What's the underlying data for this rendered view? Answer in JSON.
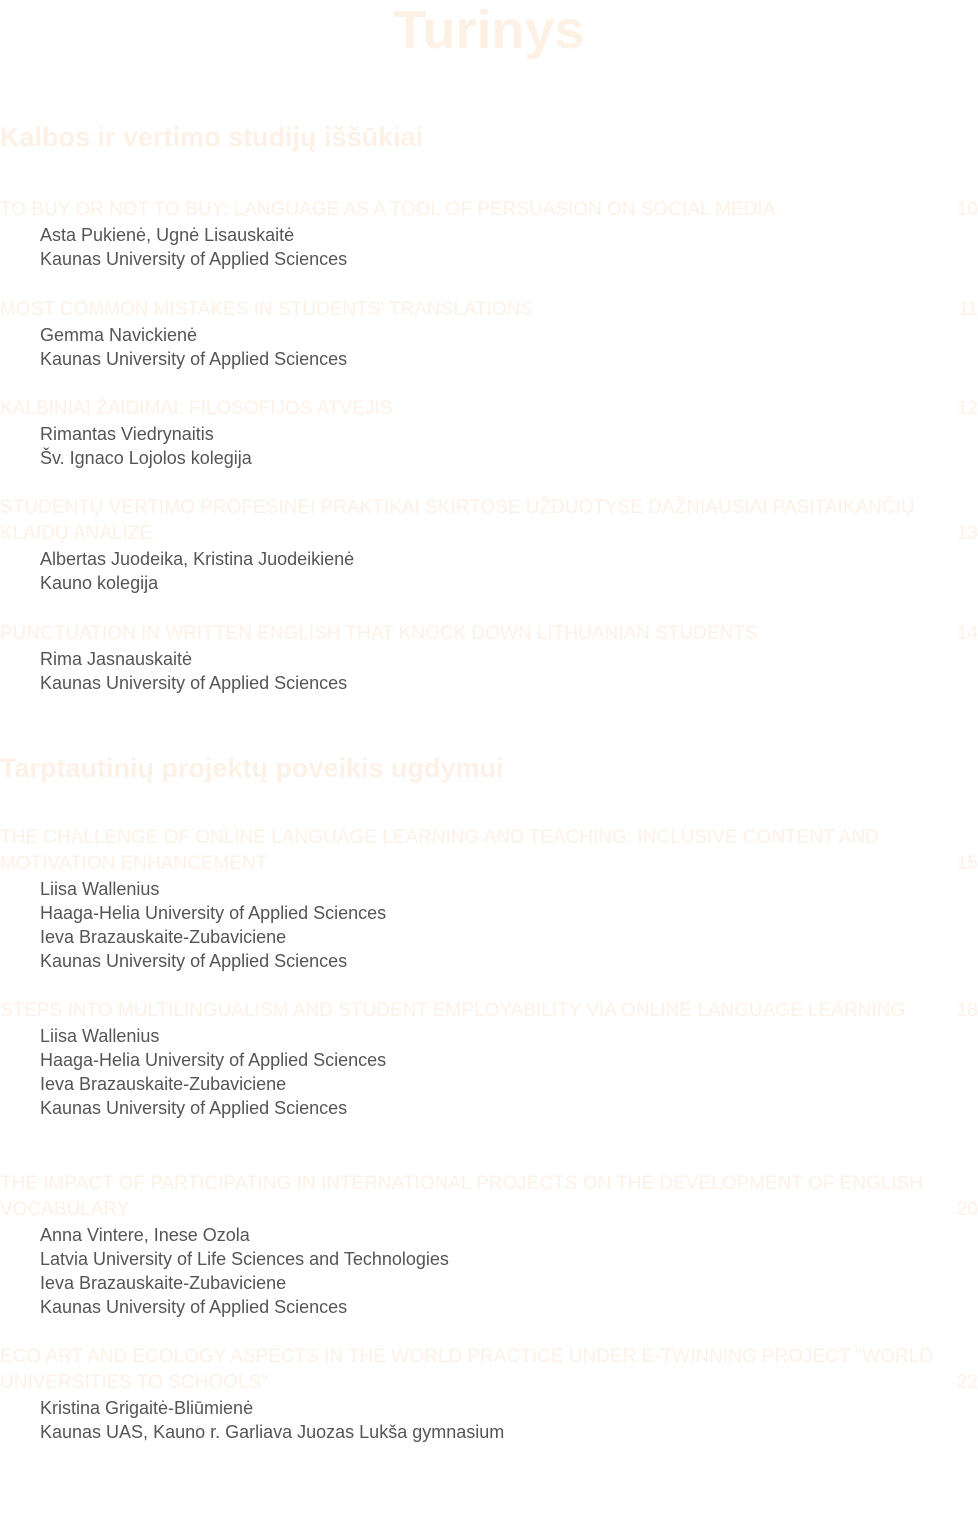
{
  "page_title": "Turinys",
  "colors": {
    "heading": "#fdf1e6",
    "body_text": "#555555"
  },
  "sections": [
    {
      "heading": "Kalbos ir vertimo studijų iššūkiai",
      "entries": [
        {
          "title": "TO BUY OR NOT TO BUY: LANGUAGE AS A TOOL OF PERSUASION ON SOCIAL MEDIA",
          "page": "10",
          "lines": [
            "Asta Pukienė, Ugnė Lisauskaitė",
            "Kaunas University of Applied Sciences"
          ]
        },
        {
          "title": "MOST COMMON MISTAKES IN STUDENTS' TRANSLATIONS",
          "page": "11",
          "lines": [
            "Gemma Navickienė",
            "Kaunas University of Applied Sciences"
          ]
        },
        {
          "title": "KALBINIAI ŽAIDIMAI: FILOSOFIJOS ATVEJIS",
          "page": "12",
          "lines": [
            "Rimantas Viedrynaitis",
            "Šv. Ignaco Lojolos kolegija"
          ]
        },
        {
          "title": "STUDENTŲ VERTIMO PROFESINEI PRAKTIKAI SKIRTOSE UŽDUOTYSE DAŽNIAUSIAI PASITAIKANČIŲ KLAIDŲ ANALIZĖ",
          "page": "13",
          "lines": [
            "Albertas Juodeika, Kristina Juodeikienė",
            "Kauno kolegija"
          ]
        },
        {
          "title": "PUNCTUATION IN WRITTEN ENGLISH THAT KNOCK DOWN LITHUANIAN STUDENTS",
          "page": "14",
          "lines": [
            "Rima Jasnauskaitė",
            "Kaunas University of Applied Sciences"
          ]
        }
      ]
    },
    {
      "heading": "Tarptautinių projektų poveikis ugdymui",
      "entries": [
        {
          "title": "THE CHALLENGE OF ONLINE LANGUAGE LEARNING AND TEACHING: INCLUSIVE CONTENT AND MOTIVATION ENHANCEMENT",
          "page": "15",
          "lines": [
            "Liisa Wallenius",
            "Haaga-Helia University of Applied Sciences",
            "Ieva Brazauskaite-Zubaviciene",
            "Kaunas University of Applied Sciences"
          ]
        },
        {
          "title": "STEPS INTO MULTILINGUALISM AND STUDENT EMPLOYABILITY VIA ONLINE LANGUAGE LEARNING",
          "page": "18",
          "lines": [
            "Liisa Wallenius",
            "Haaga-Helia University of Applied Sciences",
            "Ieva Brazauskaite-Zubaviciene",
            "Kaunas University of Applied Sciences"
          ]
        },
        {
          "title": "THE IMPACT OF PARTICIPATING IN INTERNATIONAL PROJECTS ON THE DEVELOPMENT OF ENGLISH VOCABULARY",
          "page": "20",
          "lines": [
            "Anna Vintere, Inese Ozola",
            "Latvia University of Life Sciences and Technologies",
            "Ieva Brazauskaite-Zubaviciene",
            "Kaunas University of Applied Sciences"
          ]
        },
        {
          "title": "ECO ART AND ECOLOGY ASPECTS IN THE WORLD PRACTICE UNDER E-TWINNING PROJECT \"WORLD UNIVERSITIES TO SCHOOLS\"",
          "page": "22",
          "lines": [
            "Kristina Grigaitė-Bliūmienė",
            "Kaunas UAS, Kauno r. Garliava Juozas Lukša gymnasium"
          ]
        }
      ]
    }
  ]
}
